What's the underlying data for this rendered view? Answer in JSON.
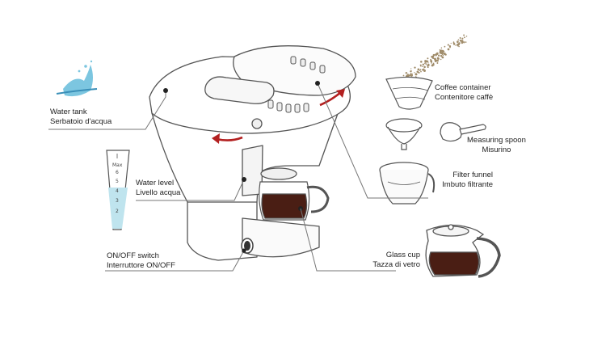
{
  "labels": {
    "water_tank": {
      "line1": "Water tank",
      "line2": "Serbatoio d'acqua"
    },
    "water_level": {
      "line1": "Water level",
      "line2": "Livello acqua"
    },
    "onoff_switch": {
      "line1": "ON/OFF switch",
      "line2": "Interruttore ON/OFF"
    },
    "coffee_container": {
      "line1": "Coffee container",
      "line2": "Contenitore caffè"
    },
    "measuring_spoon": {
      "line1": "Measuring spoon",
      "line2": "Misurino"
    },
    "filter_funnel": {
      "line1": "Filter funnel",
      "line2": "Imbuto filtrante"
    },
    "glass_cup": {
      "line1": "Glass cup",
      "line2": "Tazza di vetro"
    }
  },
  "level_scale": {
    "max": "Max",
    "marks": [
      "6",
      "5",
      "4",
      "3",
      "2"
    ]
  },
  "colors": {
    "outline": "#555555",
    "leader": "#777777",
    "arrow": "#b32020",
    "water": "#bfe4ee",
    "coffee": "#4a1e14",
    "grounds": "#a08c6a"
  }
}
